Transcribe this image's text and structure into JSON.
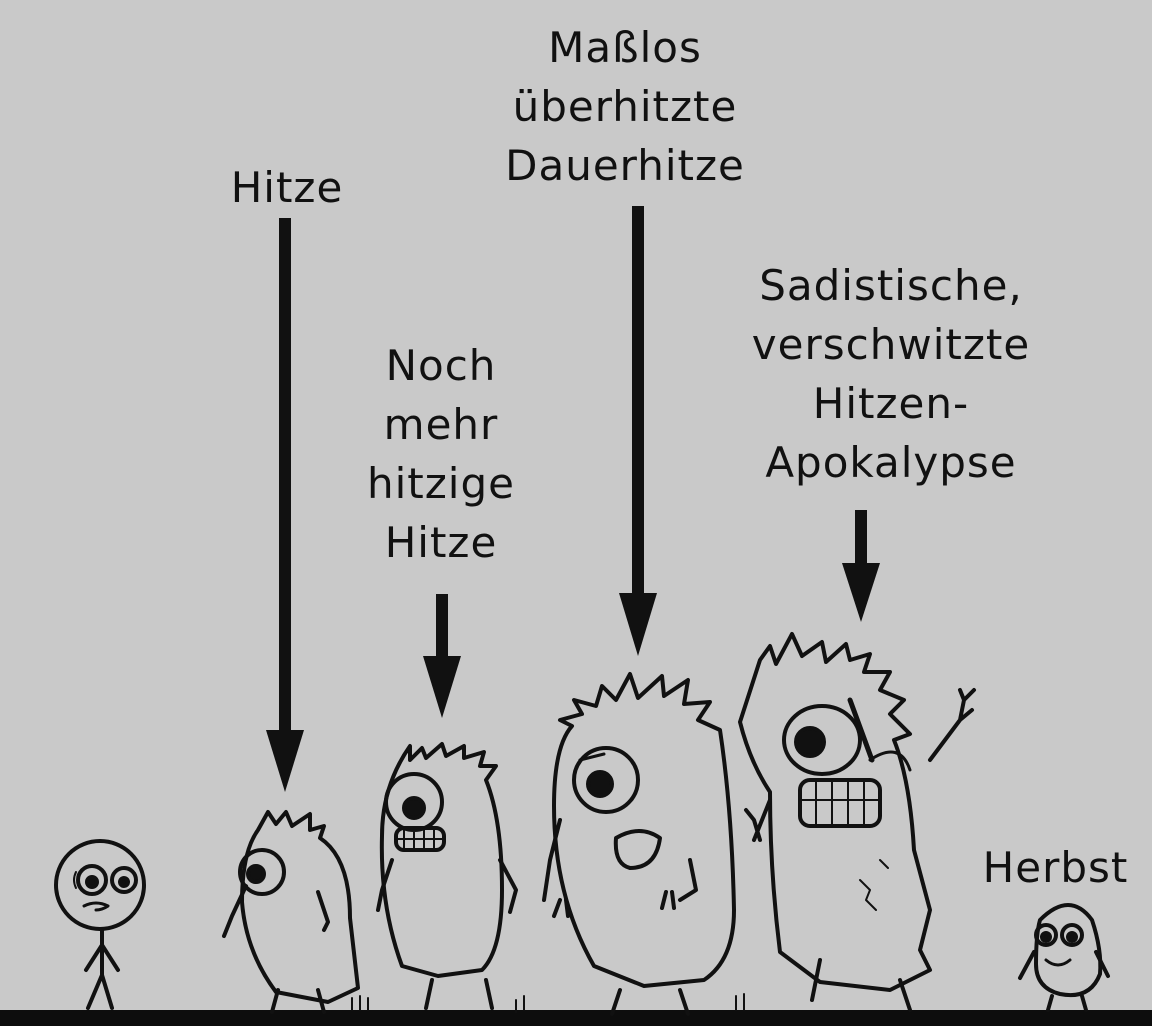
{
  "labels": {
    "hitze": [
      "Hitze"
    ],
    "noch_mehr": [
      "Noch",
      "mehr",
      "hitzige",
      "Hitze"
    ],
    "masslos": [
      "Maßlos",
      "überhitzte",
      "Dauerhitze"
    ],
    "sadistische": [
      "Sadistische,",
      "verschwitzte",
      "Hitzen-",
      "Apokalypse"
    ],
    "herbst": [
      "Herbst"
    ]
  },
  "colors": {
    "background": "#c9c9c9",
    "ink": "#111111",
    "ground": "#0d0d0d"
  }
}
